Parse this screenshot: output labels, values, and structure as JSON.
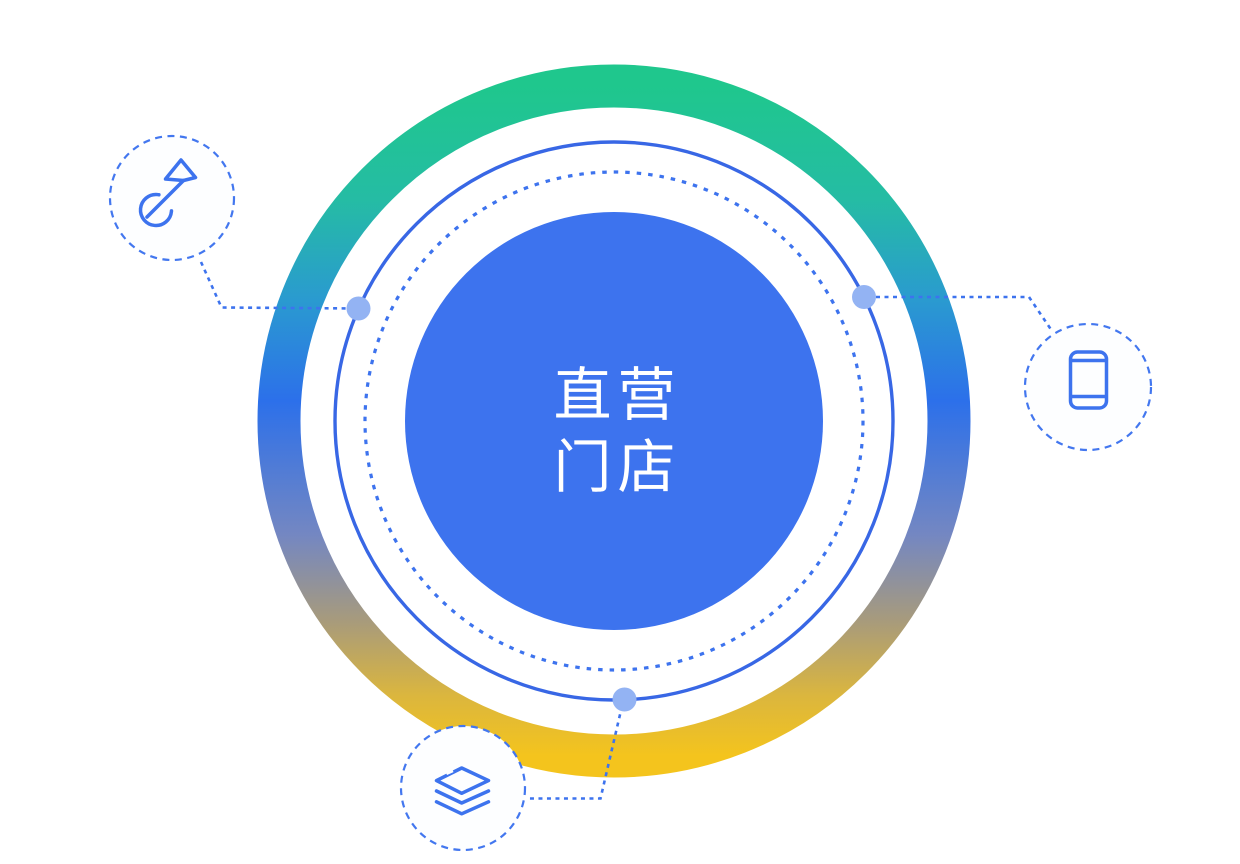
{
  "page": {
    "background": "#FFFFFF"
  },
  "diagram": {
    "center_circle": {
      "label_line1": "直营",
      "label_line2": "门店"
    },
    "satellites": [
      {
        "name": "target-dart",
        "icon": "dart-arrow-icon"
      },
      {
        "name": "mobile",
        "icon": "smartphone-icon"
      },
      {
        "name": "layers",
        "icon": "layers-stack-icon"
      }
    ],
    "colors": {
      "accent_blue": "#3D73EE",
      "center_fill": "#3D73EE",
      "solid_ring": "#3867E5",
      "dashed_ring": "#3D73EE",
      "node_fill": "#93B3F3",
      "satellite_fill": "#FDFEFF",
      "satellite_border": "#4377EF",
      "label_text": "#FFFFFF",
      "page_bg": "#FFFFFF",
      "ring_gradient": [
        "#1FC78D",
        "#25BCA4",
        "#2A9AD0",
        "#2C70EA",
        "#7487C2",
        "#A89B7B",
        "#DBB63E",
        "#F4C41D"
      ]
    }
  }
}
